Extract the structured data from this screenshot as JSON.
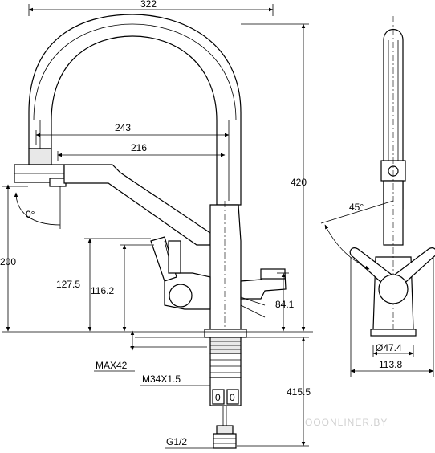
{
  "dimensions": {
    "width_322": "322",
    "reach_243": "243",
    "reach_216": "216",
    "height_420": "420",
    "height_200": "200",
    "height_127_5": "127.5",
    "height_116_2": "116.2",
    "height_84_1": "84.1",
    "height_415_5": "415.5",
    "angle_0": "0°",
    "angle_45": "45°",
    "diameter_47_4": "Ø47.4",
    "width_113_8": "113.8"
  },
  "labels": {
    "max42": "MAX42",
    "thread_m34": "M34X1.5",
    "thread_g12": "G1/2",
    "outlet_a": "0",
    "outlet_b": "0"
  },
  "watermark": "OOONLINER.BY",
  "colors": {
    "line": "#000000",
    "background": "#ffffff",
    "fill": "#e8e8e8"
  }
}
